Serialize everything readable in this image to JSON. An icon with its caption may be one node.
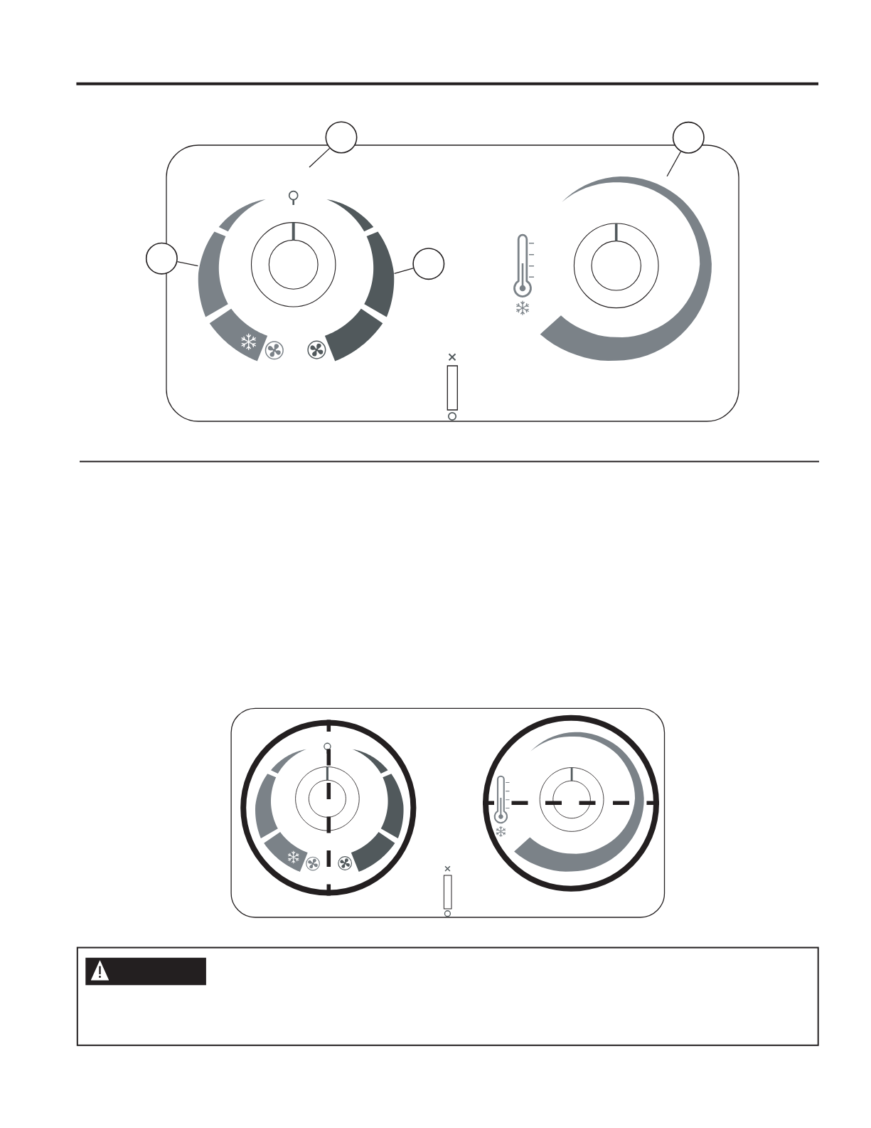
{
  "diagram": {
    "nodes": [
      {
        "text": [],
        "shape": "circle"
      },
      {
        "text": [],
        "shape": "circle"
      },
      {
        "text": [],
        "shape": "circle"
      },
      {
        "text": [],
        "shape": "circle"
      },
      {
        "text": [],
        "shape": "arc"
      },
      {
        "text": [],
        "shape": "arc"
      },
      {
        "text": [],
        "shape": "arc"
      },
      {
        "text": [],
        "shape": "arc"
      },
      {
        "text": [],
        "shape": "arc"
      },
      {
        "text": [],
        "shape": "arc"
      },
      {
        "text": [],
        "shape": "arc"
      },
      {
        "text": [],
        "shape": "arc"
      },
      {
        "text": [],
        "shape": "arc"
      },
      {
        "text": [],
        "shape": "arc"
      },
      {
        "text": [],
        "shape": "arc"
      },
      {
        "text": [],
        "shape": "arc"
      },
      {
        "text": [],
        "shape": "arc"
      },
      {
        "text": [],
        "shape": "arc"
      }
    ],
    "edges": [
      {
        "from": 0,
        "to": null,
        "arrow": "none"
      },
      {
        "from": 1,
        "to": 10,
        "arrow": "none"
      },
      {
        "from": 2,
        "to": 5,
        "arrow": "none"
      },
      {
        "from": 3,
        "to": 8,
        "arrow": "none"
      }
    ]
  }
}
